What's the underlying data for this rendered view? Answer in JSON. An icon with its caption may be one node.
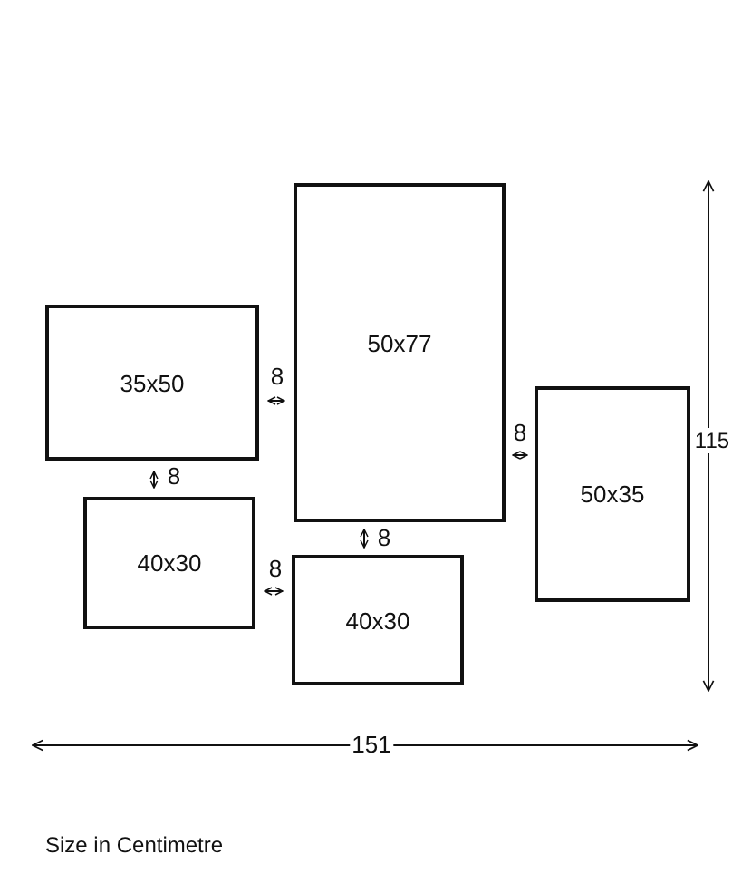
{
  "diagram": {
    "nodes": [
      {
        "text": [
          "35x50"
        ]
      },
      {
        "text": [
          "50x77"
        ]
      },
      {
        "text": [
          "50x35"
        ]
      },
      {
        "text": [
          "40x30"
        ]
      },
      {
        "text": [
          "40x30"
        ]
      }
    ],
    "edges": [],
    "labels": [
      "8",
      "8",
      "115",
      "8",
      "8",
      "8",
      "151"
    ],
    "caption": "Size in Centimetre"
  }
}
